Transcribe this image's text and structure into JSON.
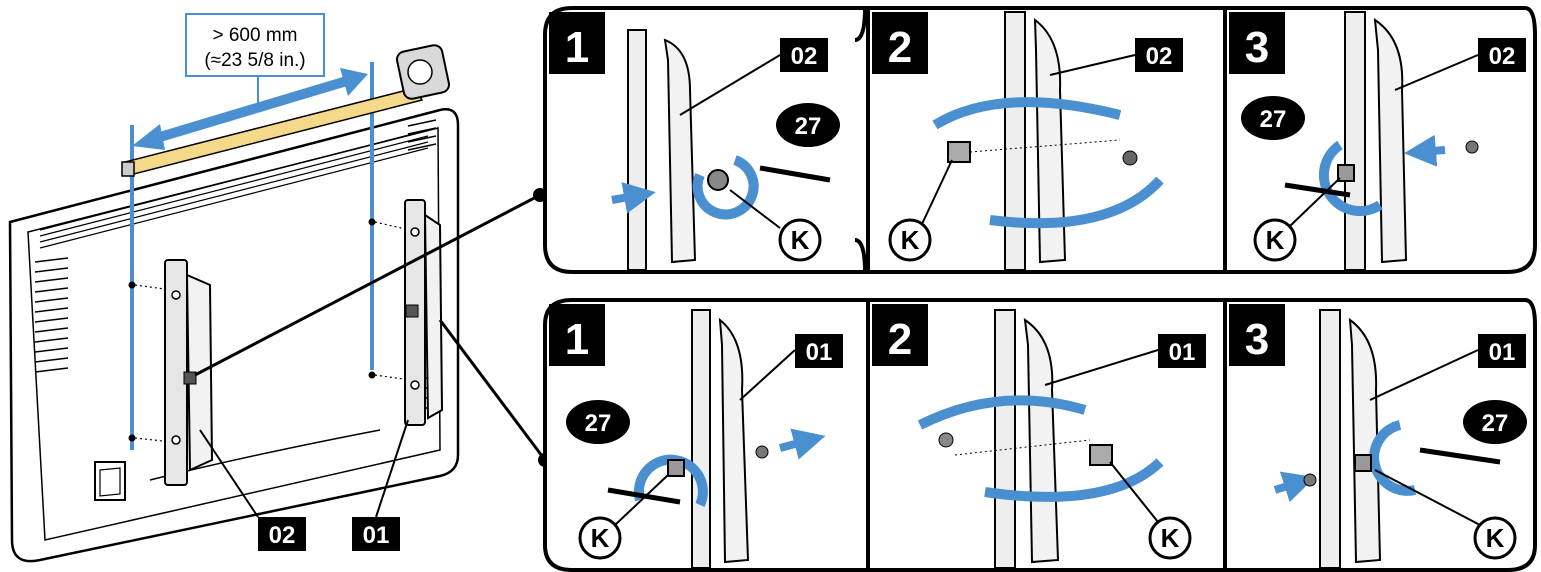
{
  "measurement": {
    "line1": "> 600 mm",
    "line2": "(≈23 5/8 in.)"
  },
  "tv_labels": {
    "left_bracket": "02",
    "right_bracket": "01"
  },
  "top_row": [
    {
      "step": "1",
      "part": "02",
      "tool": "27",
      "knob": "K"
    },
    {
      "step": "2",
      "part": "02",
      "knob": "K"
    },
    {
      "step": "3",
      "part": "02",
      "tool": "27",
      "knob": "K"
    }
  ],
  "bottom_row": [
    {
      "step": "1",
      "part": "01",
      "tool": "27",
      "knob": "K"
    },
    {
      "step": "2",
      "part": "01",
      "knob": "K"
    },
    {
      "step": "3",
      "part": "01",
      "tool": "27",
      "knob": "K"
    }
  ],
  "colors": {
    "arrow_blue": "#4a90d0",
    "tape_yellow": "#f5d98a",
    "label_black": "#000000"
  }
}
